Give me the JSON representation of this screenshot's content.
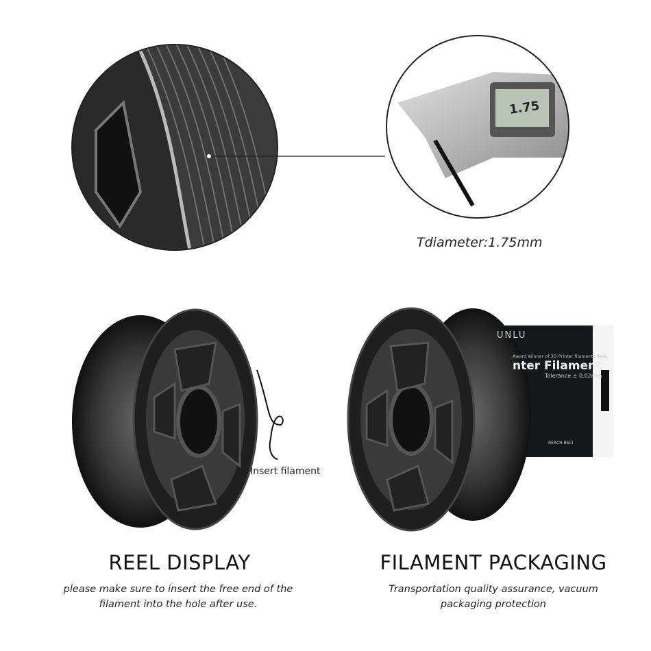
{
  "closeup": {
    "caption": "Tdiameter:1.75mm",
    "caliper_reading": "1.75"
  },
  "reel": {
    "annotation": "Insert filament",
    "title": "REEL DISPLAY",
    "description_lines": [
      "please make sure to insert the free end of the",
      "filament into the hole after use."
    ]
  },
  "packaging": {
    "box_brand": "UNLU",
    "box_tagline": "Award Winner of 3D Printer filaments field",
    "box_title": "nter Filament",
    "box_tolerance": "Tolerance ± 0.02mm",
    "box_certs": "REACH  BSCI",
    "title": "FILAMENT PACKAGING",
    "description_lines": [
      "Transportation quality assurance, vacuum",
      "packaging protection"
    ]
  },
  "colors": {
    "filament": "#2a2a2a",
    "reel": "#1e1e1e",
    "box": "#15181b",
    "text": "#111111"
  }
}
